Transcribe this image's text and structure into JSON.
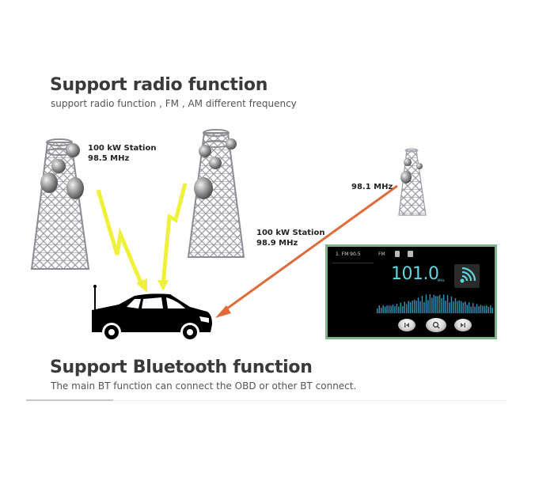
{
  "sections": {
    "radio": {
      "title": "Support radio function",
      "subtitle": "support radio function , FM , AM different frequency"
    },
    "bluetooth": {
      "title": "Support Bluetooth function",
      "subtitle": "The main BT function can connect the OBD or other BT connect."
    }
  },
  "stations": [
    {
      "power": "100 kW Station",
      "frequency": "98.5 MHz"
    },
    {
      "power": "100 kW Station",
      "frequency": "98.9 MHz"
    },
    {
      "power": "",
      "frequency": "98.1 MHz"
    }
  ],
  "radio_screen": {
    "preset": "1. FM 90.5",
    "band": "FM",
    "frequency": "101.0",
    "unit": "MHz",
    "icons": [
      "trash-icon",
      "save-icon",
      "signal-icon",
      "prev-icon",
      "search-icon",
      "next-icon"
    ],
    "accent_color": "#5fd6df",
    "border_color": "#7db58a"
  },
  "colors": {
    "signal_yellow": "#eef03a",
    "signal_orange": "#e06a3a",
    "heading": "#3a3a3a"
  }
}
